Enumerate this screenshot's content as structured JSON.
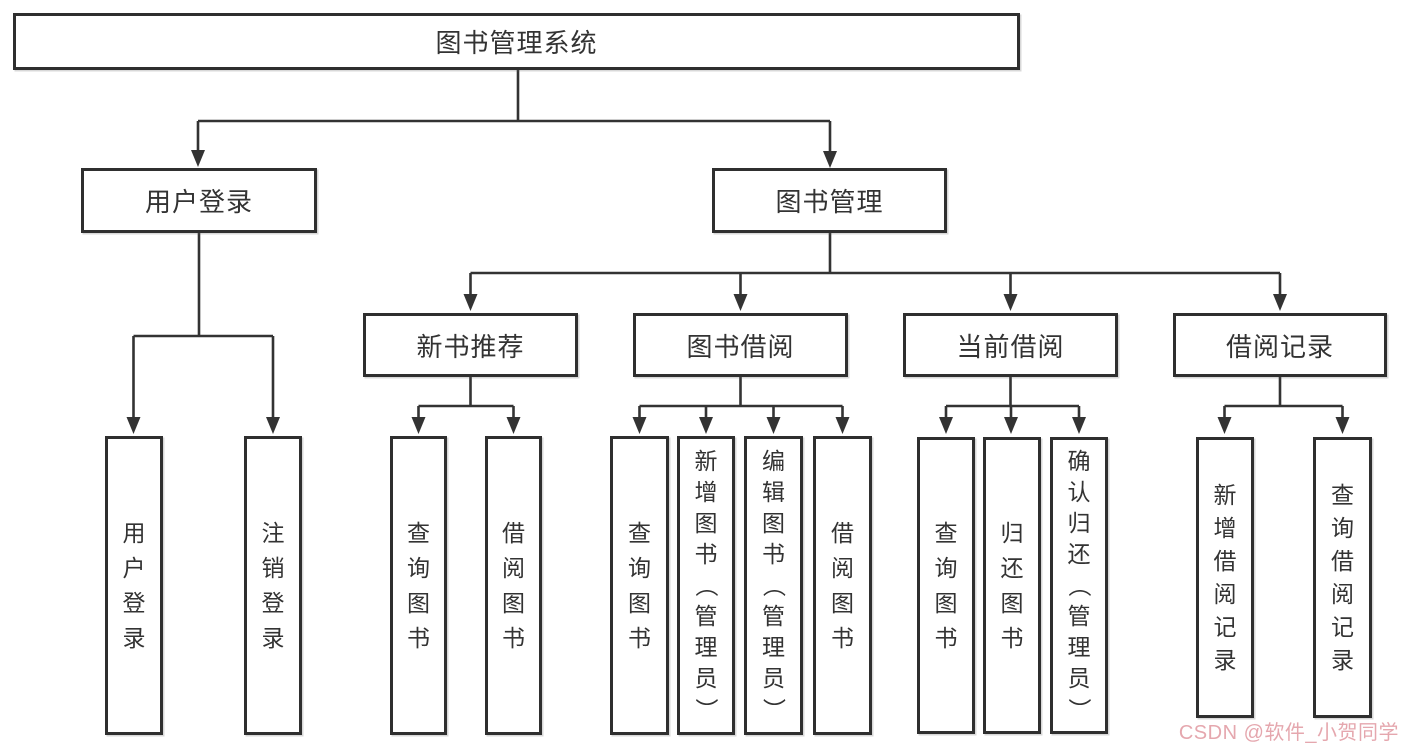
{
  "tree": {
    "label": "图书管理系统",
    "children": [
      {
        "label": "用户登录",
        "children": [
          {
            "label": "用户登录"
          },
          {
            "label": "注销登录"
          }
        ]
      },
      {
        "label": "图书管理",
        "children": [
          {
            "label": "新书推荐",
            "children": [
              {
                "label": "查询图书"
              },
              {
                "label": "借阅图书"
              }
            ]
          },
          {
            "label": "图书借阅",
            "children": [
              {
                "label": "查询图书"
              },
              {
                "label": "新增图书（管理员）"
              },
              {
                "label": "编辑图书（管理员）"
              },
              {
                "label": "借阅图书"
              }
            ]
          },
          {
            "label": "当前借阅",
            "children": [
              {
                "label": "查询图书"
              },
              {
                "label": "归还图书"
              },
              {
                "label": "确认归还（管理员）"
              }
            ]
          },
          {
            "label": "借阅记录",
            "children": [
              {
                "label": "新增借阅记录"
              },
              {
                "label": "查询借阅记录"
              }
            ]
          }
        ]
      }
    ]
  },
  "watermark": {
    "text": "CSDN @软件_小贺同学",
    "color": "#e3a0a8"
  },
  "colors": {
    "line": "#333333",
    "box_border": "#2f2f2f",
    "text": "#333333",
    "background": "#ffffff"
  }
}
